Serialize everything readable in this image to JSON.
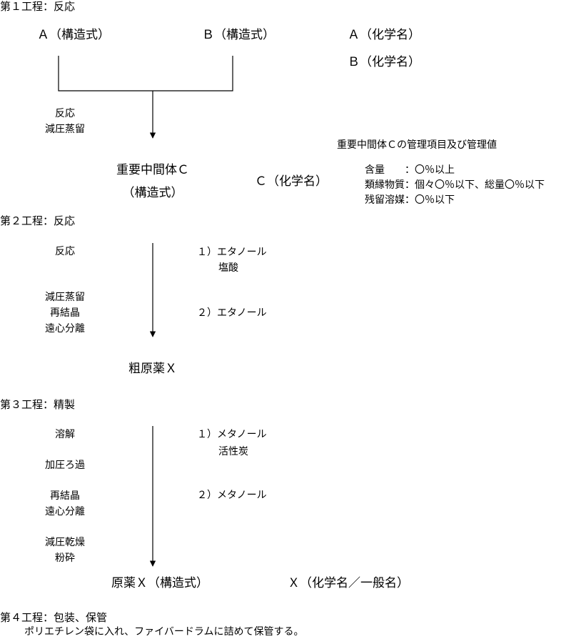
{
  "step1": {
    "title": "第１工程：反応",
    "reactant_a": "Ａ（構造式）",
    "reactant_b": "Ｂ（構造式）",
    "name_a": "Ａ（化学名）",
    "name_b": "Ｂ（化学名）",
    "ops": [
      "反応",
      "減圧蒸留"
    ],
    "product_line1": "重要中間体Ｃ",
    "product_line2": "（構造式）",
    "product_name": "Ｃ（化学名）"
  },
  "control": {
    "title": "重要中間体Ｃの管理項目及び管理値",
    "items": [
      "含量　　：〇％以上",
      "類縁物質：個々〇％以下、総量〇％以下",
      "残留溶媒：〇％以下"
    ]
  },
  "step2": {
    "title": "第２工程：反応",
    "op1": "反応",
    "ops2": [
      "減圧蒸留",
      "再結晶",
      "遠心分離"
    ],
    "reagent1": "１）エタノール",
    "reagent1_sub": "塩酸",
    "reagent2": "２）エタノール",
    "product": "粗原薬Ｘ"
  },
  "step3": {
    "title": "第３工程：精製",
    "op1": "溶解",
    "op2": "加圧ろ過",
    "ops3": [
      "再結晶",
      "遠心分離"
    ],
    "ops4": [
      "減圧乾燥",
      "粉砕"
    ],
    "reagent1": "１）メタノール",
    "reagent1_sub": "活性炭",
    "reagent2": "２）メタノール",
    "product": "原薬Ｘ（構造式）",
    "product_name": "Ｘ（化学名／一般名）"
  },
  "step4": {
    "title": "第４工程：包装、保管",
    "desc": "ポリエチレン袋に入れ、ファイバードラムに詰めて保管する。"
  }
}
